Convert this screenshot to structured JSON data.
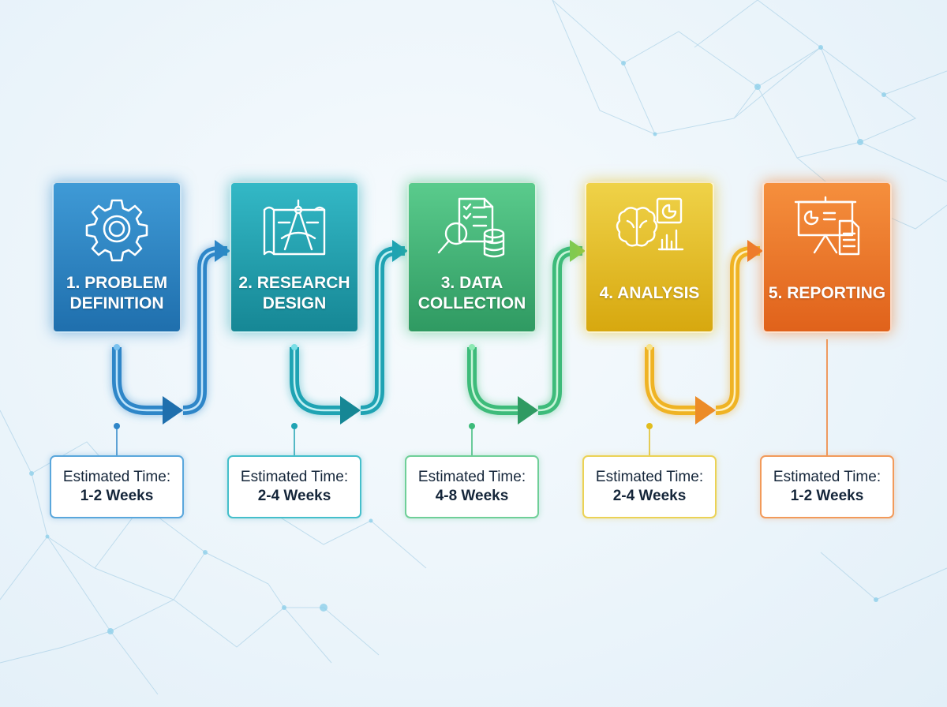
{
  "steps": [
    {
      "number": "1.",
      "title_line1": "PROBLEM",
      "title_line2": "DEFINITION",
      "icon": "gear-icon",
      "color": "#2e86c8",
      "time_label": "Estimated Time:",
      "time_value": "1-2 Weeks"
    },
    {
      "number": "2.",
      "title_line1": "RESEARCH",
      "title_line2": "DESIGN",
      "icon": "blueprint-compass-icon",
      "color": "#1fa3b3",
      "time_label": "Estimated Time:",
      "time_value": "2-4 Weeks"
    },
    {
      "number": "3.",
      "title_line1": "DATA",
      "title_line2": "COLLECTION",
      "icon": "search-database-icon",
      "color": "#3dbb7a",
      "time_label": "Estimated Time:",
      "time_value": "4-8 Weeks"
    },
    {
      "number": "4.",
      "title_line1": "ANALYSIS",
      "title_line2": "",
      "icon": "brain-chart-icon",
      "color": "#e1bd1e",
      "time_label": "Estimated Time:",
      "time_value": "2-4 Weeks"
    },
    {
      "number": "5.",
      "title_line1": "REPORTING",
      "title_line2": "",
      "icon": "presentation-report-icon",
      "color": "#ef7d2c",
      "time_label": "Estimated Time:",
      "time_value": "1-2 Weeks"
    }
  ]
}
